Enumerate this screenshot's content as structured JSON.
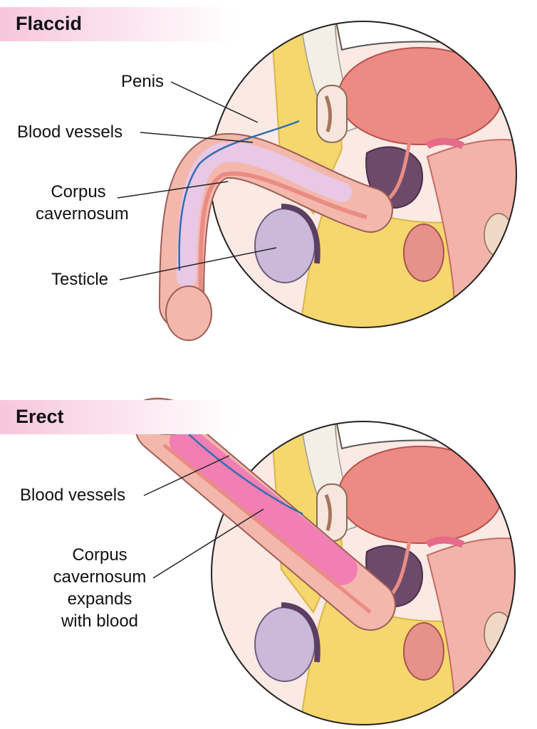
{
  "panels": [
    {
      "title": "Flaccid",
      "labels": {
        "penis": "Penis",
        "blood_vessels": "Blood vessels",
        "corpus_line1": "Corpus",
        "corpus_line2": "cavernosum",
        "testicle": "Testicle"
      }
    },
    {
      "title": "Erect",
      "labels": {
        "blood_vessels": "Blood vessels",
        "corpus_line1": "Corpus",
        "corpus_line2": "cavernosum",
        "corpus_line3": "expands",
        "corpus_line4": "with blood"
      }
    }
  ],
  "colors": {
    "band": "#f7c6dc",
    "fat": "#f5d76e",
    "bladder": "#ec8a84",
    "prostate": "#6e4a6a",
    "skin": "#f4b7ac",
    "corpus_flaccid": "#e9c8e6",
    "corpus_erect": "#f27fb4",
    "testicle": "#cbb9d9",
    "vessel": "#2f6fb0"
  }
}
